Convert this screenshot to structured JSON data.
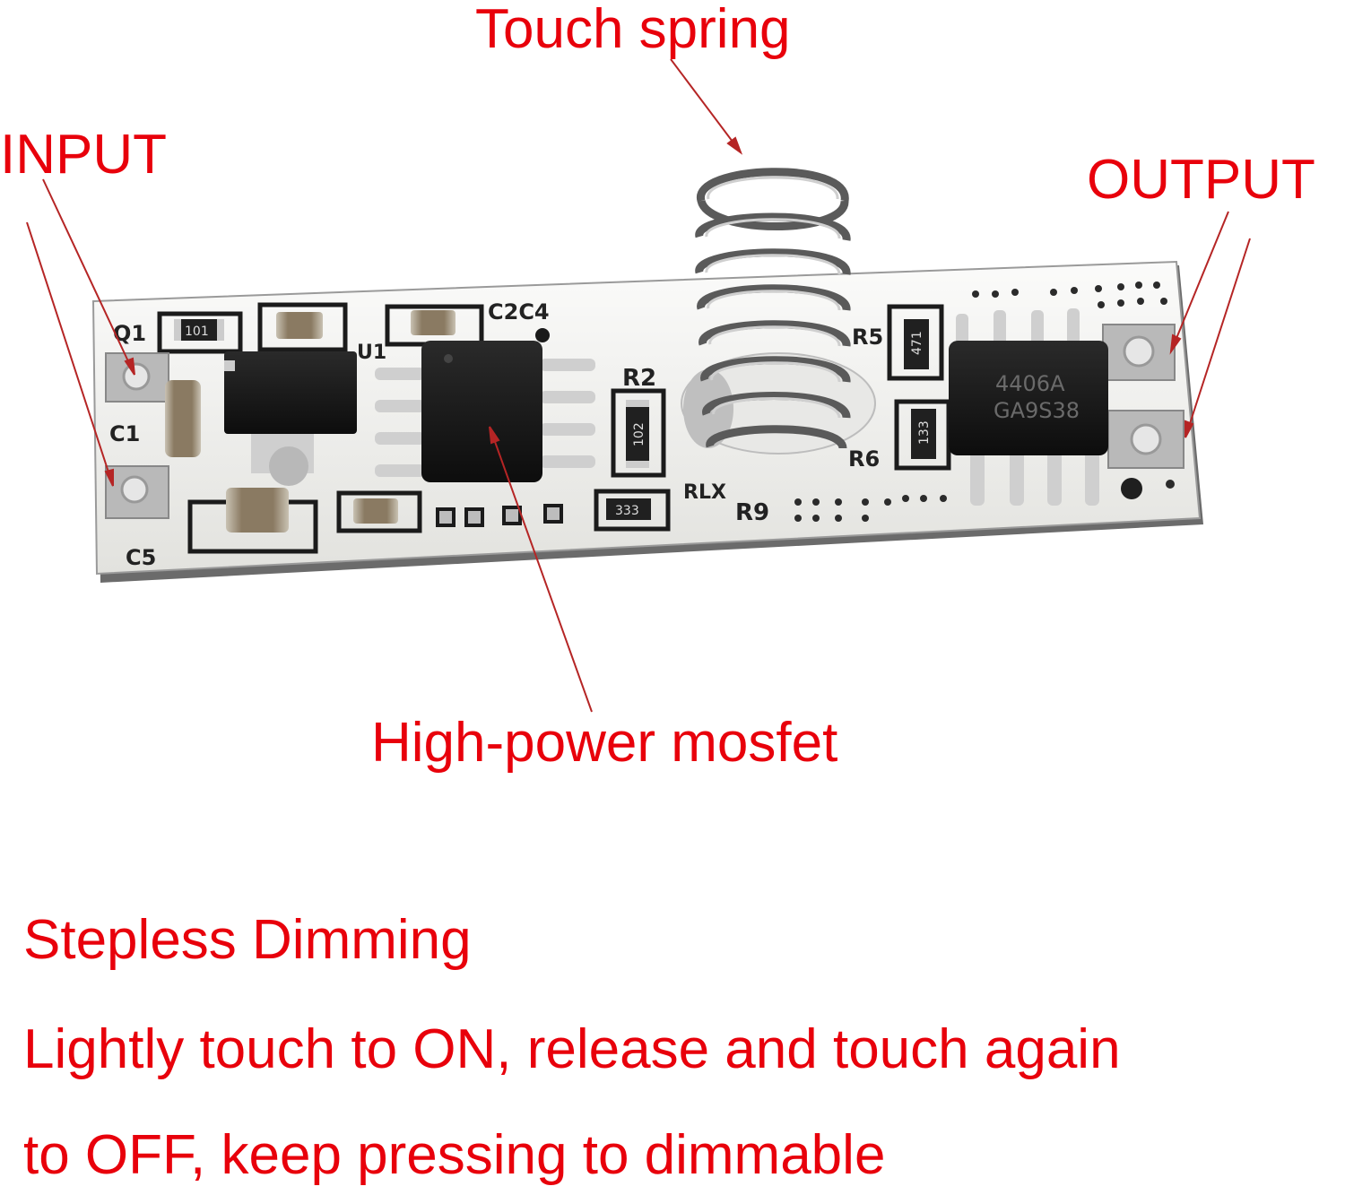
{
  "colors": {
    "annotation_text": "#e8000b",
    "leader_line": "#b52525",
    "pcb": "#f3f3f1",
    "ic": "#1a1a1a",
    "pad": "#c9c9c9"
  },
  "labels": {
    "touch_spring": "Touch spring",
    "input": "INPUT",
    "output": "OUTPUT",
    "mosfet": "High-power mosfet"
  },
  "description": {
    "title": "Stepless Dimming",
    "line1": "Lightly touch to ON, release and touch again",
    "line2": "to OFF, keep pressing to dimmable"
  },
  "pcb_silkscreen": {
    "q1": "Q1",
    "c1": "C1",
    "c5": "C5",
    "u1": "U1",
    "c2c4": "C2C4",
    "r2": "R2",
    "r5": "R5",
    "r6": "R6",
    "r9": "R9",
    "rlx": "RLX",
    "res_101": "101",
    "res_102": "102",
    "res_333": "333",
    "res_471": "471",
    "res_133": "133",
    "chip_line1": "4406A",
    "chip_line2": "GA9S38"
  }
}
